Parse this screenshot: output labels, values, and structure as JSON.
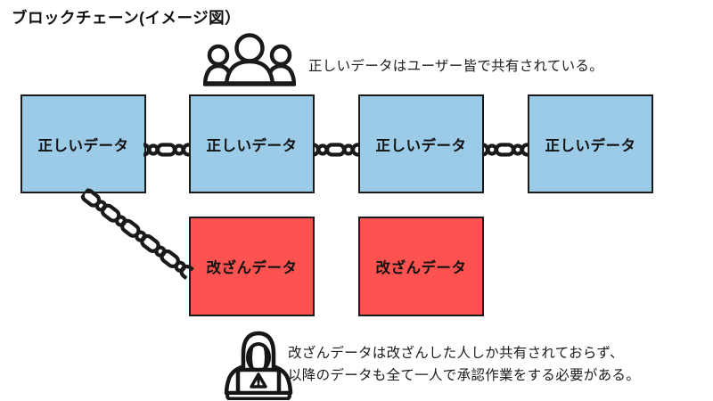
{
  "title": "ブロックチェーン(イメージ図）",
  "captions": {
    "shared": "正しいデータはユーザー皆で共有されている。",
    "tampered_line1": "改ざんデータは改ざんした人しか共有されておらず、",
    "tampered_line2": "以降のデータも全て一人で承認作業をする必要がある。"
  },
  "blocks": {
    "valid_label": "正しいデータ",
    "tampered_label": "改ざんデータ",
    "valid_count": 4,
    "tampered_count": 2
  },
  "colors": {
    "valid_block_fill": "#9CCBE8",
    "tampered_block_fill": "#FD5350",
    "outline_ink": "#1A1A1A"
  },
  "icons": {
    "users_group": "users-group-icon",
    "hacker_laptop": "hacker-laptop-warning-icon",
    "chain_link": "chain-link-icon"
  }
}
